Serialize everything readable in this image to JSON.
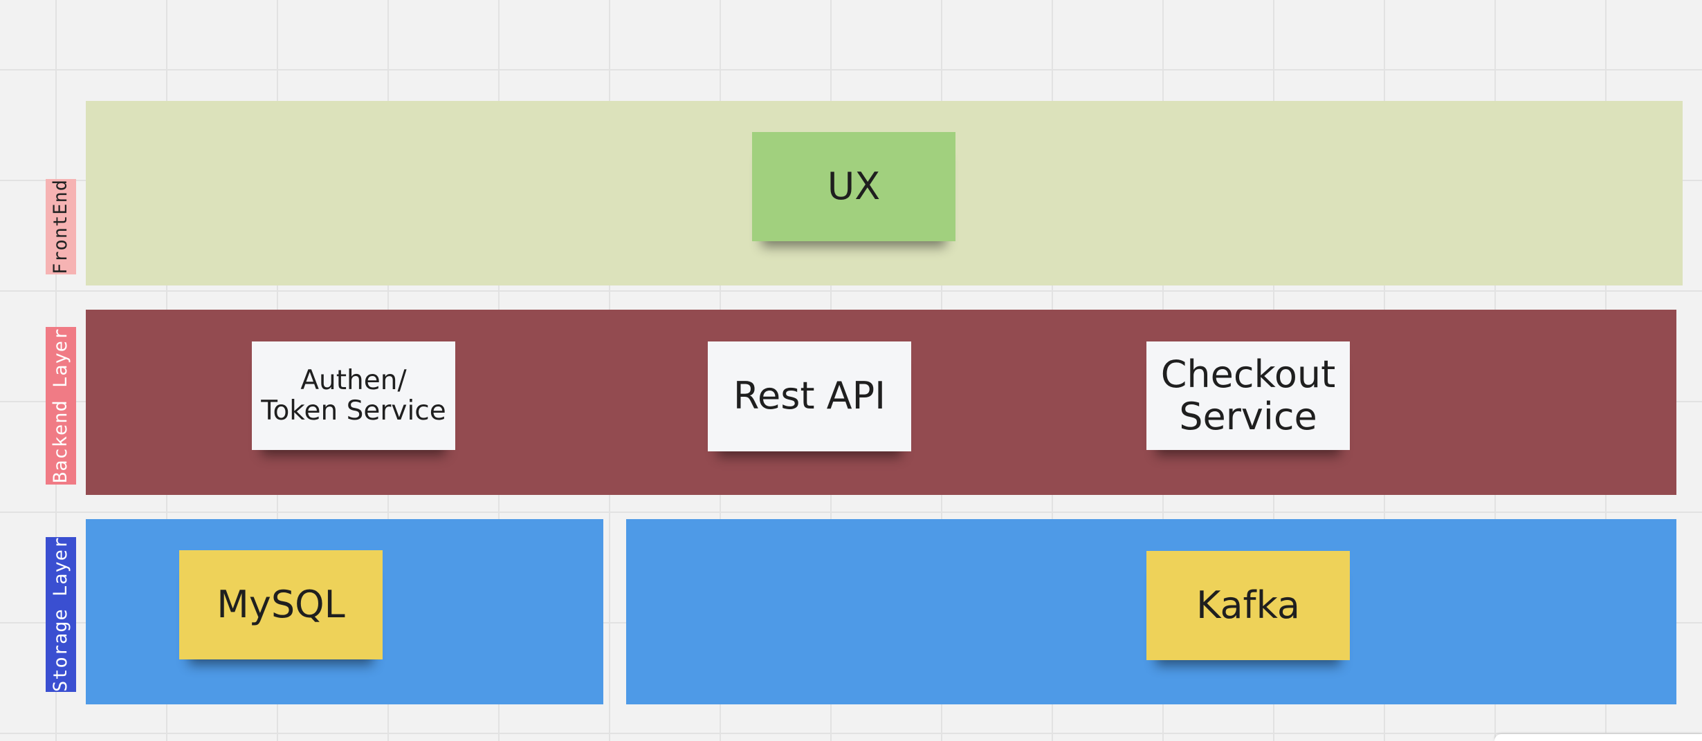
{
  "board": {
    "background": "#f2f2f2",
    "grid_color": "#e2e2e2"
  },
  "lanes": {
    "frontend": {
      "label": "FrontEnd",
      "label_bg": "#f6b3b3",
      "label_fg": "#222222",
      "fill": "#dce2bb"
    },
    "backend": {
      "label": "Backend Layer",
      "label_bg": "#f07b85",
      "label_fg": "#ffffff",
      "fill": "#934b50"
    },
    "storage": {
      "label": "Storage Layer",
      "label_bg": "#3a4fd1",
      "label_fg": "#ffffff",
      "fill": "#4e9ae7"
    }
  },
  "stickies": {
    "ux": {
      "text": "UX",
      "color": "#a1d07e"
    },
    "auth": {
      "text": "Authen/\nToken Service",
      "color": "#f5f6f8"
    },
    "rest_api": {
      "text": "Rest API",
      "color": "#f5f6f8"
    },
    "checkout": {
      "text": "Checkout\nService",
      "color": "#f5f6f8"
    },
    "mysql": {
      "text": "MySQL",
      "color": "#eed259"
    },
    "kafka": {
      "text": "Kafka",
      "color": "#eed259"
    }
  }
}
